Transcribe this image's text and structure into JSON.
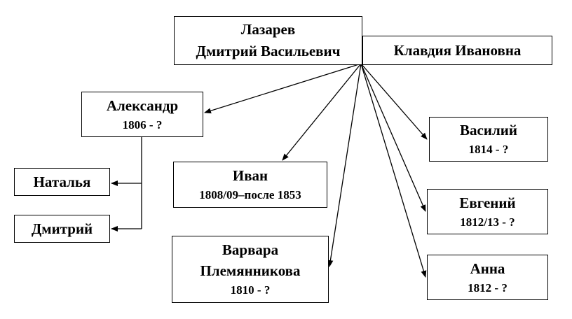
{
  "father": {
    "surname": "Лазарев",
    "name": "Дмитрий Васильевич"
  },
  "mother": {
    "name": "Клавдия Ивановна"
  },
  "children": {
    "aleksandr": {
      "name": "Александр",
      "years": "1806 - ?"
    },
    "ivan": {
      "name": "Иван",
      "years": "1808/09–после 1853"
    },
    "varvara": {
      "name": "Варвара",
      "surname": "Племянникова",
      "years": "1810 - ?"
    },
    "vasiliy": {
      "name": "Василий",
      "years": "1814 - ?"
    },
    "evgeniy": {
      "name": "Евгений",
      "years": "1812/13 - ?"
    },
    "anna": {
      "name": "Анна",
      "years": "1812 - ?"
    }
  },
  "grandchildren": {
    "natalya": {
      "name": "Наталья"
    },
    "dmitriy": {
      "name": "Дмитрий"
    }
  }
}
